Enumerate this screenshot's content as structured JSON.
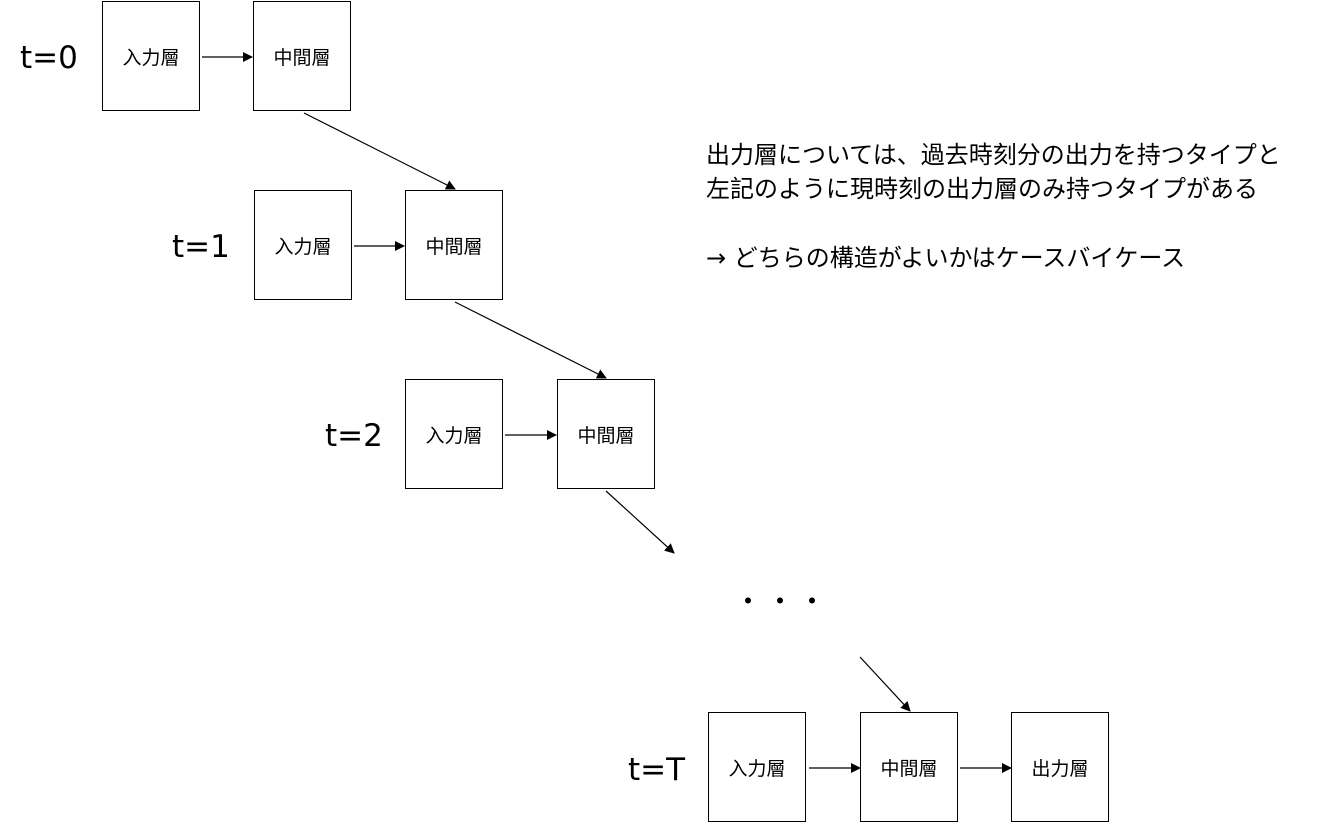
{
  "steps": [
    {
      "time_label": "t=0",
      "input_label": "入力層",
      "hidden_label": "中間層"
    },
    {
      "time_label": "t=1",
      "input_label": "入力層",
      "hidden_label": "中間層"
    },
    {
      "time_label": "t=2",
      "input_label": "入力層",
      "hidden_label": "中間層"
    },
    {
      "time_label": "t=T",
      "input_label": "入力層",
      "hidden_label": "中間層",
      "output_label": "出力層"
    }
  ],
  "ellipsis": "・・・",
  "notes": {
    "line1": "出力層については、過去時刻分の出力を持つタイプと",
    "line2": "左記のように現時刻の出力層のみ持つタイプがある",
    "line3": "→ どちらの構造がよいかはケースバイケース"
  }
}
